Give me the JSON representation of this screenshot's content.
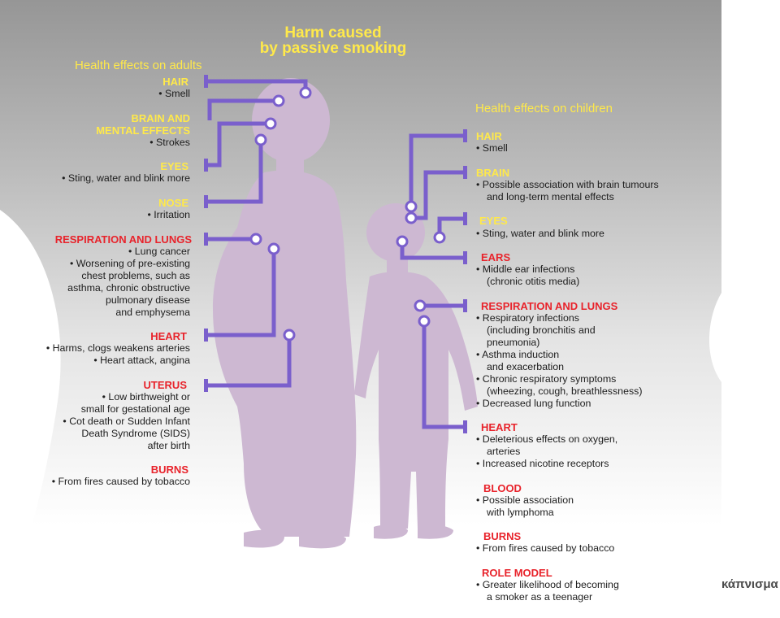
{
  "title": {
    "line1": "Harm caused",
    "line2": "by passive smoking"
  },
  "adults": {
    "group_title": "Health effects on adults",
    "hair": {
      "heading": "HAIR",
      "items": [
        "• Smell"
      ]
    },
    "brain": {
      "heading_line1": "BRAIN AND",
      "heading_line2": "MENTAL EFFECTS",
      "items": [
        "• Strokes"
      ]
    },
    "eyes": {
      "heading": "EYES",
      "items": [
        "• Sting, water and blink more"
      ]
    },
    "nose": {
      "heading": "NOSE",
      "items": [
        "• Irritation"
      ]
    },
    "respiration": {
      "heading": "RESPIRATION AND LUNGS",
      "items": [
        "• Lung cancer",
        "• Worsening of pre-existing",
        "chest problems, such as",
        "asthma, chronic obstructive",
        "pulmonary disease",
        "and emphysema"
      ]
    },
    "heart": {
      "heading": "HEART",
      "items": [
        "• Harms, clogs weakens arteries",
        "• Heart attack, angina"
      ]
    },
    "uterus": {
      "heading": "UTERUS",
      "items": [
        "• Low birthweight or",
        "small for gestational age",
        "• Cot death or Sudden Infant",
        "Death Syndrome (SIDS)",
        "after birth"
      ]
    },
    "burns": {
      "heading": "BURNS",
      "items": [
        "• From fires caused by tobacco"
      ]
    }
  },
  "children": {
    "group_title": "Health effects on children",
    "hair": {
      "heading": "HAIR",
      "items": [
        "• Smell"
      ]
    },
    "brain": {
      "heading": "BRAIN",
      "items": [
        "•  Possible association with brain tumours",
        "and long-term mental effects"
      ]
    },
    "eyes": {
      "heading": "EYES",
      "items": [
        "• Sting, water and blink more"
      ]
    },
    "ears": {
      "heading": "EARS",
      "items": [
        "• Middle ear infections",
        "(chronic otitis media)"
      ]
    },
    "respiration": {
      "heading": "RESPIRATION AND LUNGS",
      "items": [
        "• Respiratory infections",
        "(including bronchitis and",
        "pneumonia)",
        "• Asthma induction",
        "and exacerbation",
        "• Chronic respiratory symptoms",
        "(wheezing, cough, breathlessness)",
        "• Decreased lung function"
      ]
    },
    "heart": {
      "heading": "HEART",
      "items": [
        "• Deleterious effects on oxygen,",
        "arteries",
        "• Increased nicotine receptors"
      ]
    },
    "blood": {
      "heading": "BLOOD",
      "items": [
        "• Possible association",
        "with lymphoma"
      ]
    },
    "burns": {
      "heading": "BURNS",
      "items": [
        "• From fires caused by tobacco"
      ]
    },
    "role_model": {
      "heading": "ROLE MODEL",
      "items": [
        "• Greater likelihood of becoming",
        "a smoker as a teenager"
      ]
    }
  },
  "corner_text": "κάπνισμα",
  "colors": {
    "bg_top": "#9e9e9e",
    "bg_bottom": "#ffffff",
    "silhouette": "#cdb8d2",
    "connector": "#7a5fcc",
    "heading_yellow": "#ffe94a",
    "heading_red": "#e8232b"
  }
}
